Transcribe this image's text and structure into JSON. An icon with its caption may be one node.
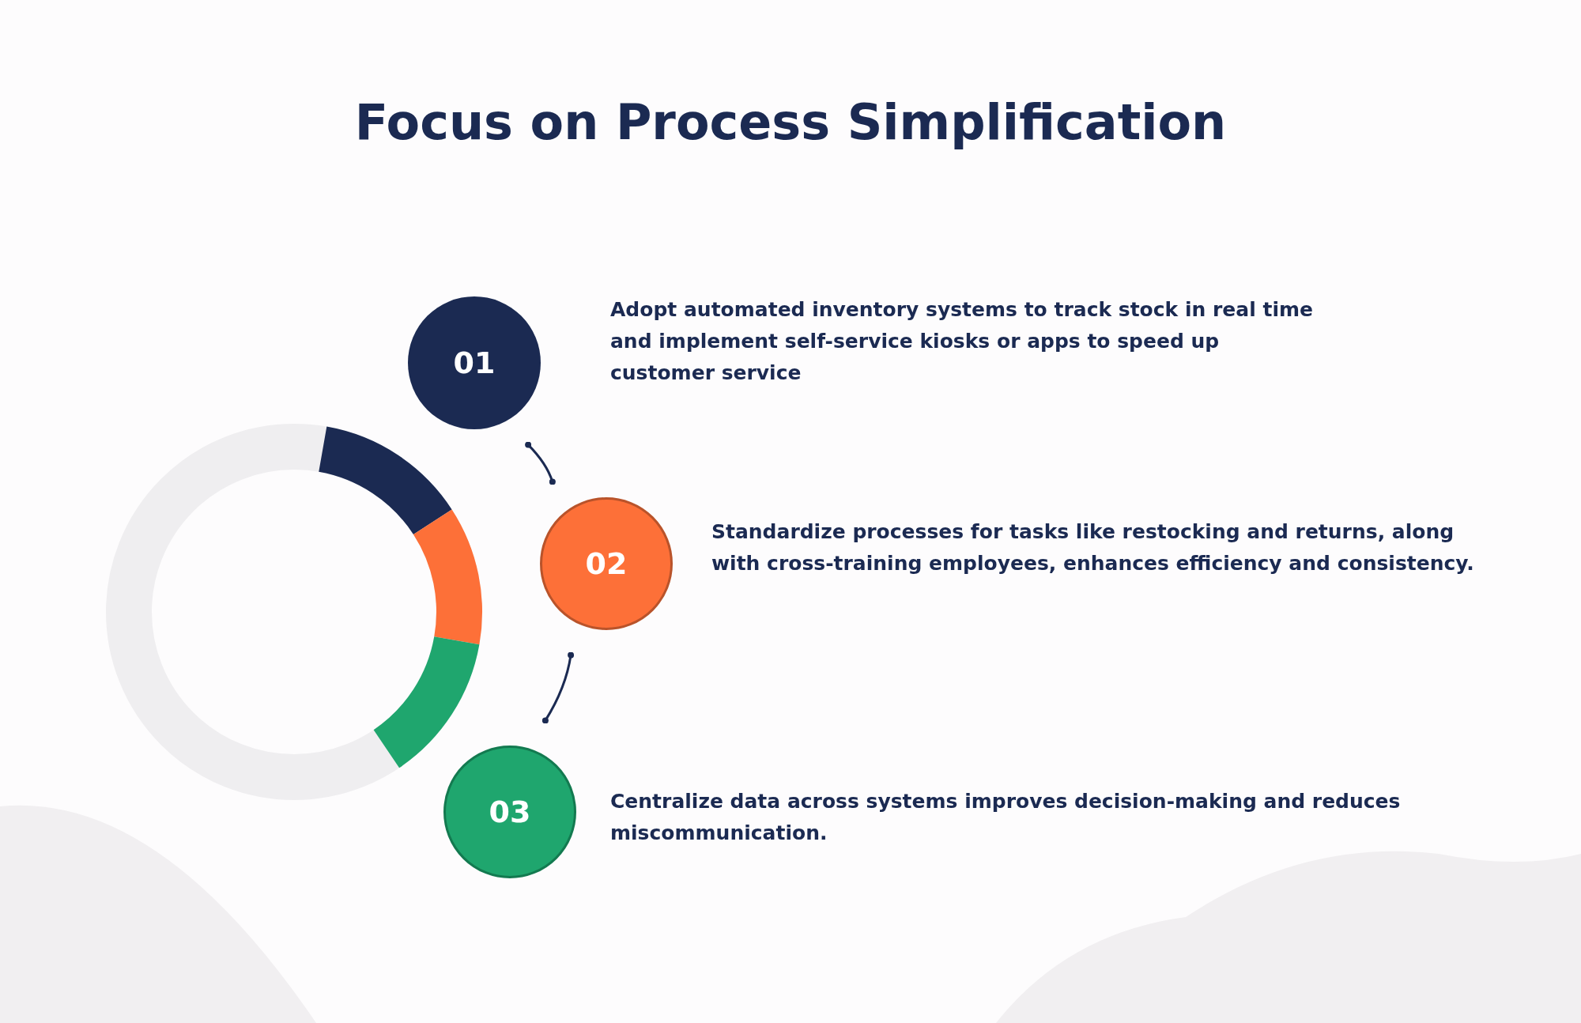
{
  "diagram": {
    "title": "Focus on Process Simplification",
    "nodes": [
      {
        "text": [
          "01"
        ],
        "beside": [
          "Adopt automated inventory systems to track stock in real time and implement self-service kiosks or apps to speed up customer service"
        ]
      },
      {
        "text": [
          "02"
        ],
        "beside": [
          "Standardize processes for tasks like restocking and returns, along with cross-training employees, enhances efficiency and consistency."
        ]
      },
      {
        "text": [
          "03"
        ],
        "beside": [
          "Centralize data across systems improves decision-making and reduces miscommunication."
        ]
      }
    ],
    "edges": [
      {
        "from": 0,
        "to": 1,
        "arrow": "other"
      },
      {
        "from": 1,
        "to": 2,
        "arrow": "other"
      }
    ]
  }
}
